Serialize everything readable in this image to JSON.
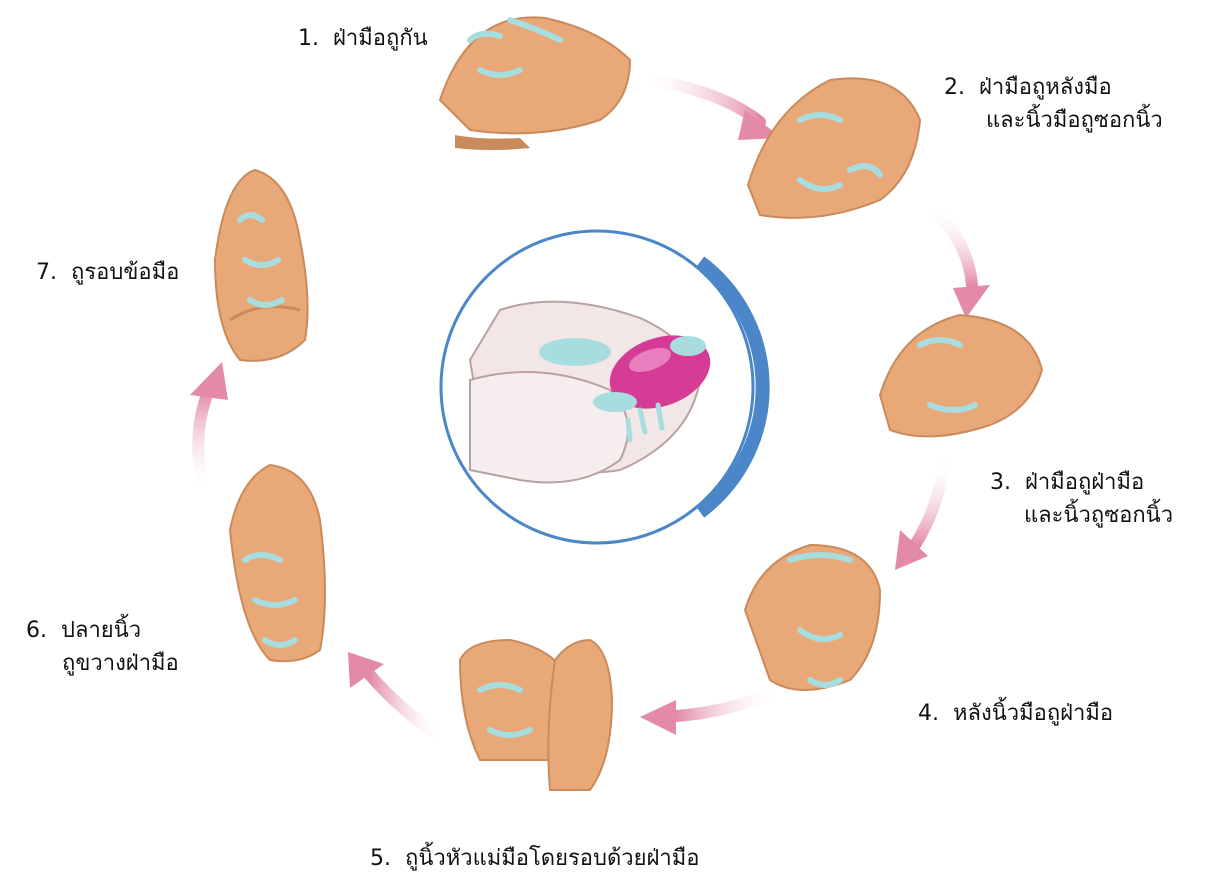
{
  "colors": {
    "arrow": "#e8a0b4",
    "skin": "#e9a877",
    "skin_shadow": "#c98a5c",
    "foam": "#a8dde0",
    "soap": "#d63c96",
    "circle_ring": "#4a86c8"
  },
  "steps": [
    {
      "number": "1.",
      "line1": "ฝ่ามือถูกัน",
      "line2": ""
    },
    {
      "number": "2.",
      "line1": "ฝ่ามือถูหลังมือ",
      "line2": "และนิ้วมือถูซอกนิ้ว"
    },
    {
      "number": "3.",
      "line1": "ฝ่ามือถูฝ่ามือ",
      "line2": "และนิ้วถูซอกนิ้ว"
    },
    {
      "number": "4.",
      "line1": "หลังนิ้วมือถูฝ่ามือ",
      "line2": ""
    },
    {
      "number": "5.",
      "line1": "ถูนิ้วหัวแม่มือโดยรอบด้วยฝ่ามือ",
      "line2": ""
    },
    {
      "number": "6.",
      "line1": "ปลายนิ้ว",
      "line2": "ถูขวางฝ่ามือ"
    },
    {
      "number": "7.",
      "line1": "ถูรอบข้อมือ",
      "line2": ""
    }
  ],
  "icons": {
    "center": "soap-washing-hands-illustration",
    "hands": "hands-washing-illustration",
    "arrow": "curved-arrow"
  }
}
